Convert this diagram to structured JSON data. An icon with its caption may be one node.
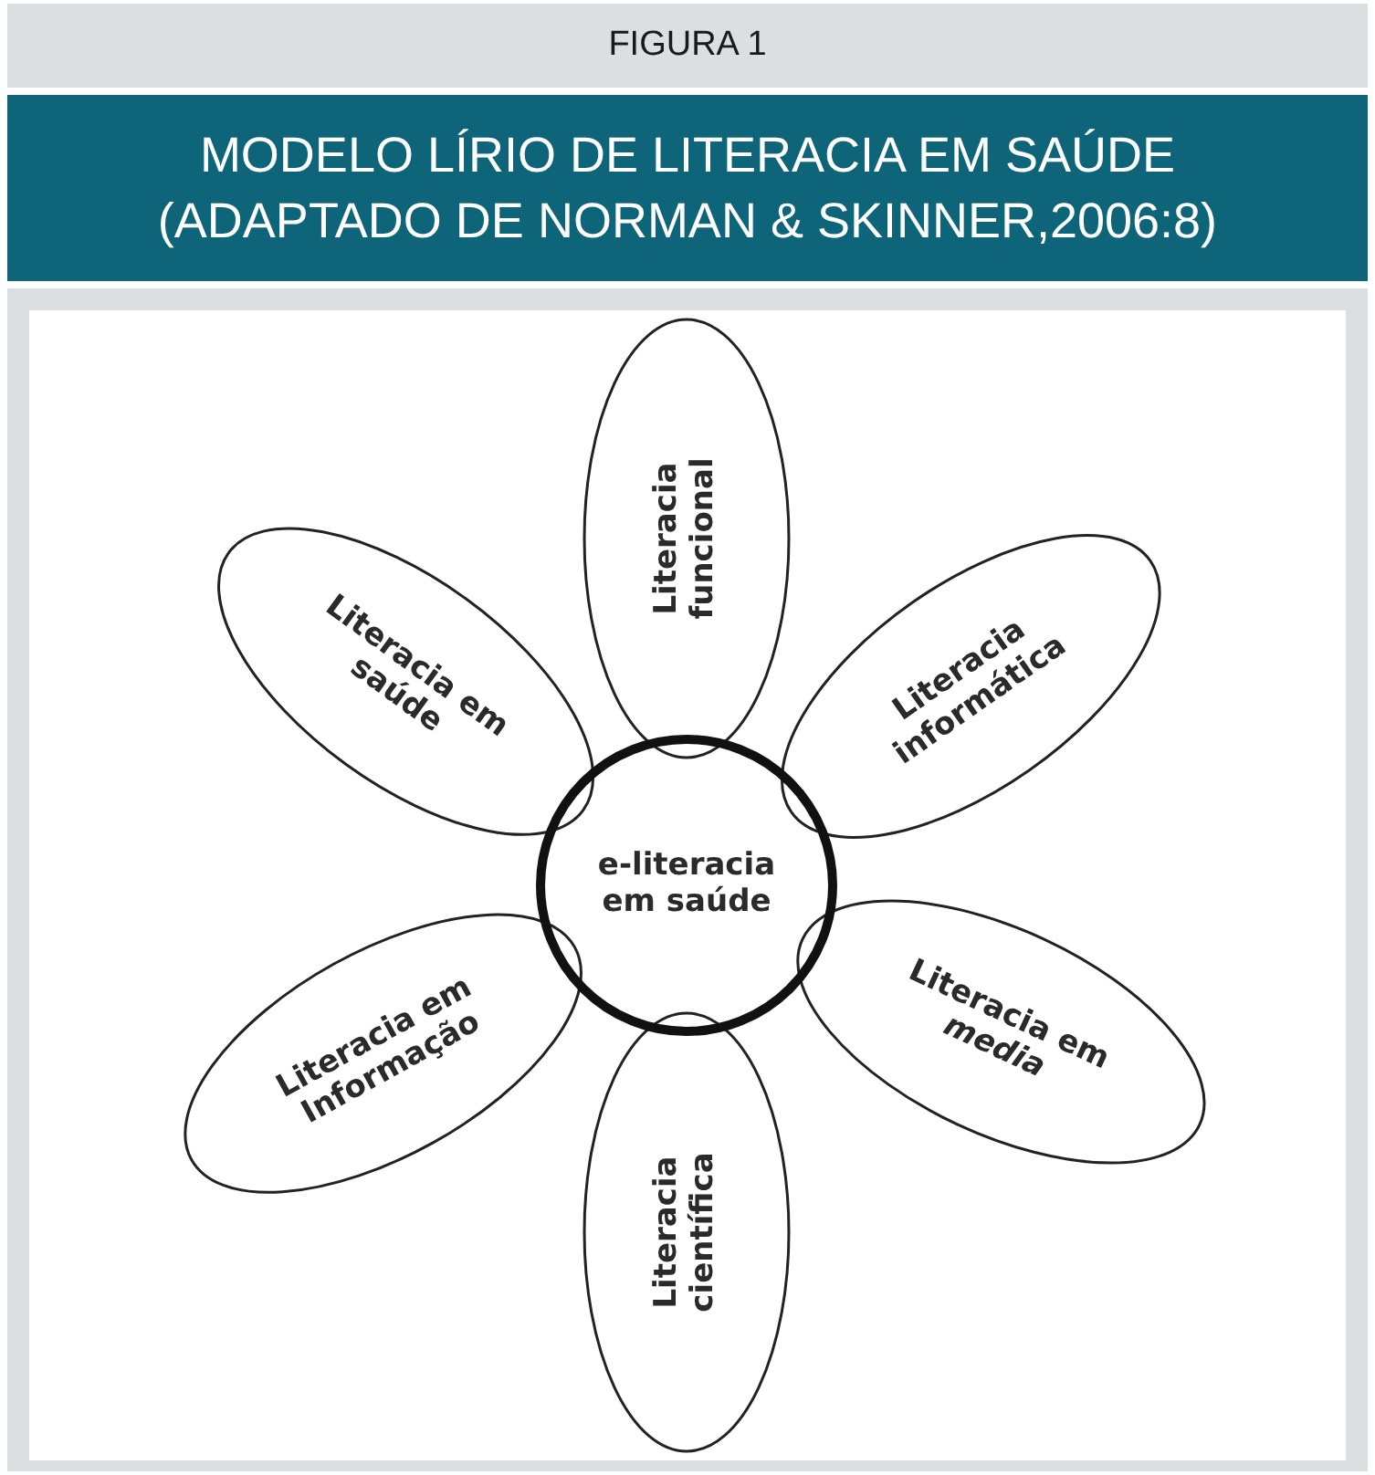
{
  "diagram": {
    "title": "MODELO LÍRIO DE LITERACIA EM SAÚDE (ADAPTADO DE NORMAN & SKINNER,2006:8)",
    "nodes": [
      {
        "text": [
          "e-literacia em saúde"
        ]
      },
      {
        "text": [
          "Literacia funcional"
        ]
      },
      {
        "text": [
          "Literacia informática"
        ]
      },
      {
        "text": [
          "Literacia em *media*"
        ]
      },
      {
        "text": [
          "Literacia científica"
        ]
      },
      {
        "text": [
          "Literacia em Informação"
        ]
      },
      {
        "text": [
          "Literacia em saúde"
        ]
      }
    ],
    "labels": [
      "FIGURA 1"
    ]
  }
}
